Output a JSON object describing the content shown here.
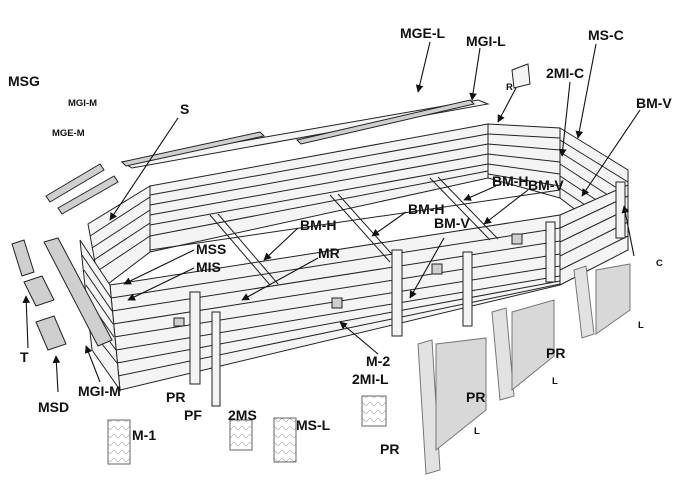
{
  "labels": {
    "mge_l": "MGE-L",
    "mgi_l": "MGI-L",
    "ms_c": "MS-C",
    "mi2_c": "2MI-C",
    "bm_v_top": "BM-V",
    "r": "R",
    "msg": "MSG",
    "mgi_m_top": "MGI-M",
    "mge_m": "MGE-M",
    "s": "S",
    "bm_h_right": "BM-H",
    "bm_v_mid": "BM-V",
    "bm_h_mid": "BM-H",
    "bm_v_low": "BM-V",
    "bm_h_left": "BM-H",
    "mss": "MSS",
    "mis": "MIS",
    "mr": "MR",
    "c": "C",
    "t": "T",
    "msd": "MSD",
    "mgi_m_bottom": "MGI-M",
    "m1": "M-1",
    "pr_1": "PR",
    "pf": "PF",
    "ms2": "2MS",
    "ms_l": "MS-L",
    "m2": "M-2",
    "mi2_l": "2MI-L",
    "pr_2": "PR",
    "pr_3": "PR",
    "pr_4": "PR",
    "l_1": "L",
    "l_2": "L",
    "l_3": "L"
  }
}
